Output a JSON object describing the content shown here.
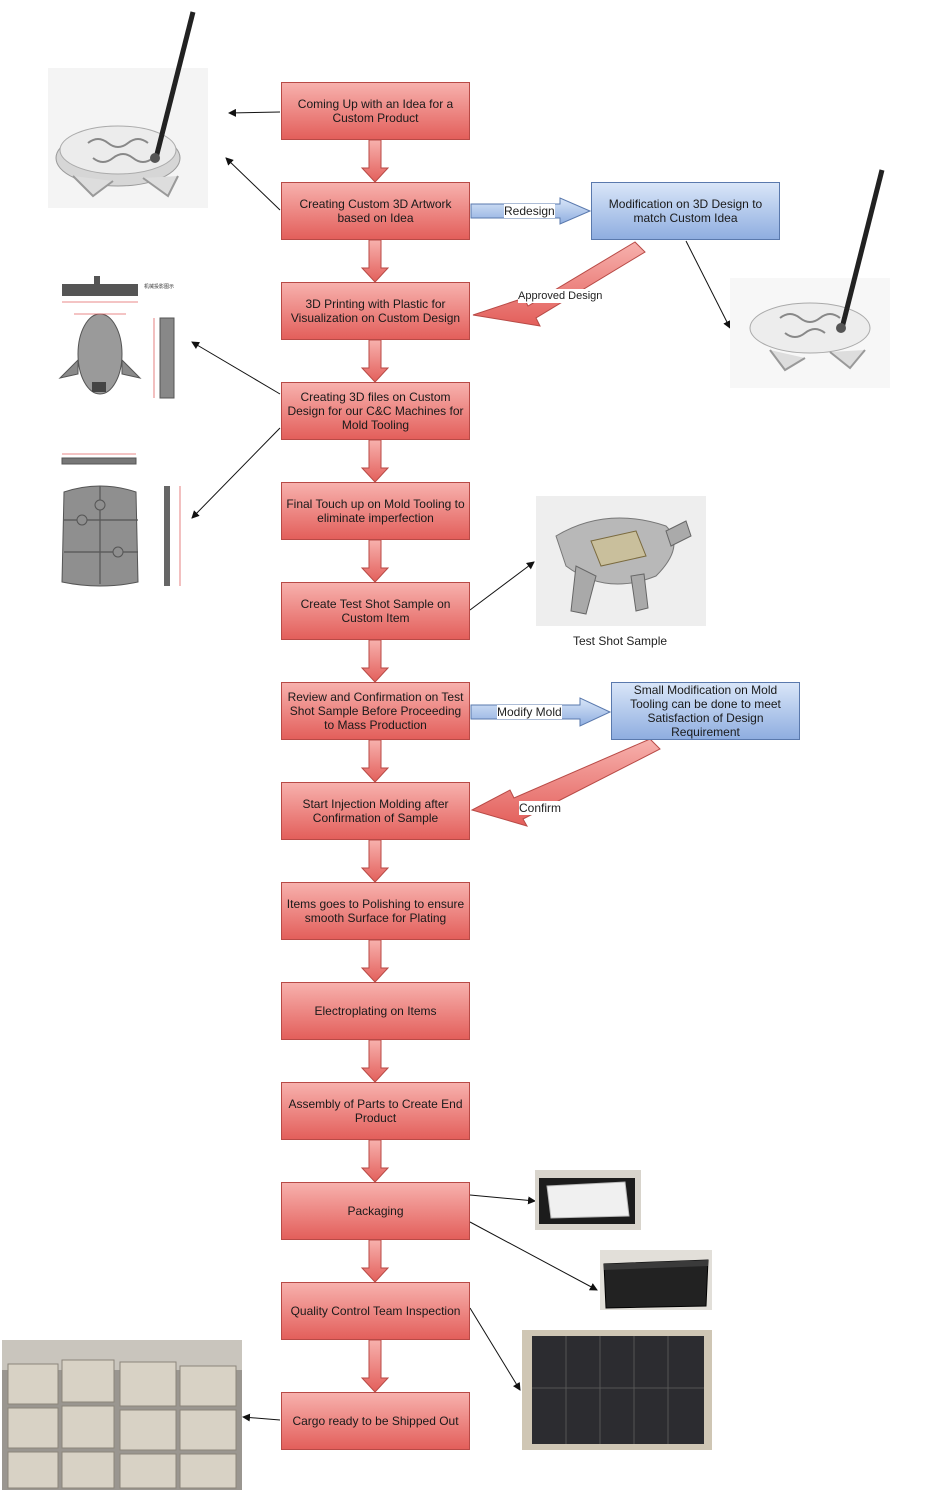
{
  "steps": [
    "Coming Up with an Idea for a Custom Product",
    "Creating Custom 3D Artwork based on Idea",
    "3D Printing with Plastic for Visualization on Custom Design",
    "Creating 3D files on Custom Design for our C&C Machines for Mold Tooling",
    "Final Touch up on Mold Tooling to eliminate imperfection",
    "Create Test Shot Sample on Custom Item",
    "Review and Confirmation on Test Shot Sample Before Proceeding to Mass Production",
    "Start Injection Molding after Confirmation of Sample",
    "Items goes to Polishing to ensure smooth Surface for Plating",
    "Electroplating on Items",
    "Assembly of Parts to Create End Product",
    "Packaging",
    "Quality Control Team Inspection",
    "Cargo ready to be Shipped Out"
  ],
  "side_boxes": {
    "modification_3d": "Modification on 3D Design to match Custom Idea",
    "mold_modification": "Small Modification on Mold Tooling can be done to meet Satisfaction of Design Requirement"
  },
  "edge_labels": {
    "redesign": "Redesign",
    "approved": "Approved Design",
    "modify_mold": "Modify Mold",
    "confirm": "Confirm"
  },
  "captions": {
    "test_shot": "Test Shot Sample"
  },
  "colors": {
    "step_fill": "#e86f6b",
    "side_fill": "#a9c2ea",
    "arrow_red": "#e86f6b",
    "arrow_blue": "#a9c2ea"
  }
}
